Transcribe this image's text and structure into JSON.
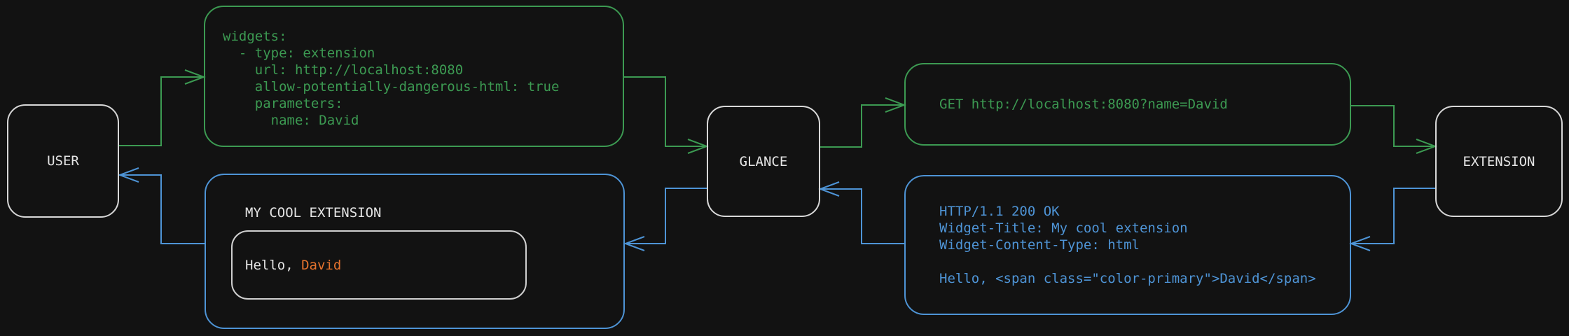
{
  "colors": {
    "background": "#121212",
    "green": "#3C9A52",
    "blue": "#4E94D6",
    "orange": "#E5732E",
    "node_border": "#D8D8D8",
    "inner_border": "#CFCFCF",
    "text_light": "#E4E4E4"
  },
  "nodes": {
    "user": {
      "label": "USER"
    },
    "glance": {
      "label": "GLANCE"
    },
    "extension": {
      "label": "EXTENSION"
    }
  },
  "config_box": {
    "code": "widgets:\n  - type: extension\n    url: http://localhost:8080\n    allow-potentially-dangerous-html: true\n    parameters:\n      name: David"
  },
  "request_box": {
    "code": "GET http://localhost:8080?name=David"
  },
  "response_box": {
    "code": "HTTP/1.1 200 OK\nWidget-Title: My cool extension\nWidget-Content-Type: html\n\nHello, <span class=\"color-primary\">David</span>"
  },
  "widget_preview": {
    "title": "MY COOL EXTENSION",
    "greeting_prefix": "Hello, ",
    "greeting_name": "David"
  }
}
